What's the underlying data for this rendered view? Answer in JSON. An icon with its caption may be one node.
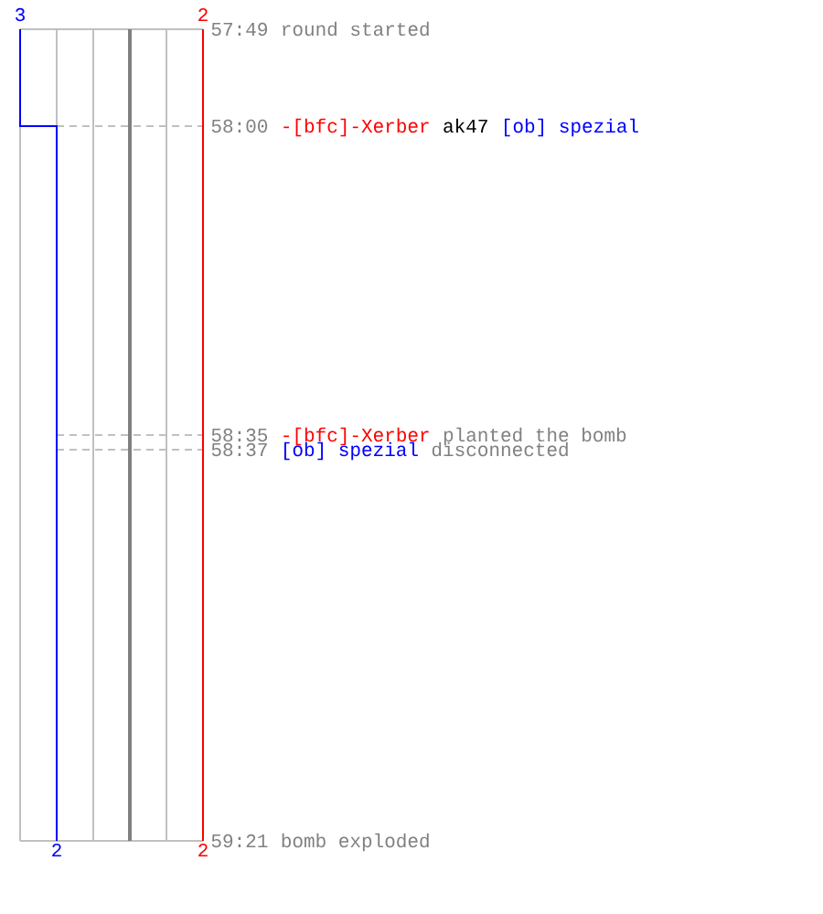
{
  "diagram": {
    "labels": [
      "3",
      "2",
      "57:49",
      "round started",
      "58:00",
      "-[bfc]-Xerber",
      "ak47",
      "[ob] spezial",
      "58:35",
      "-[bfc]-Xerber",
      "planted the bomb",
      "58:37",
      "[ob] spezial",
      "disconnected",
      "2",
      "2",
      "59:21",
      "bomb exploded"
    ]
  }
}
